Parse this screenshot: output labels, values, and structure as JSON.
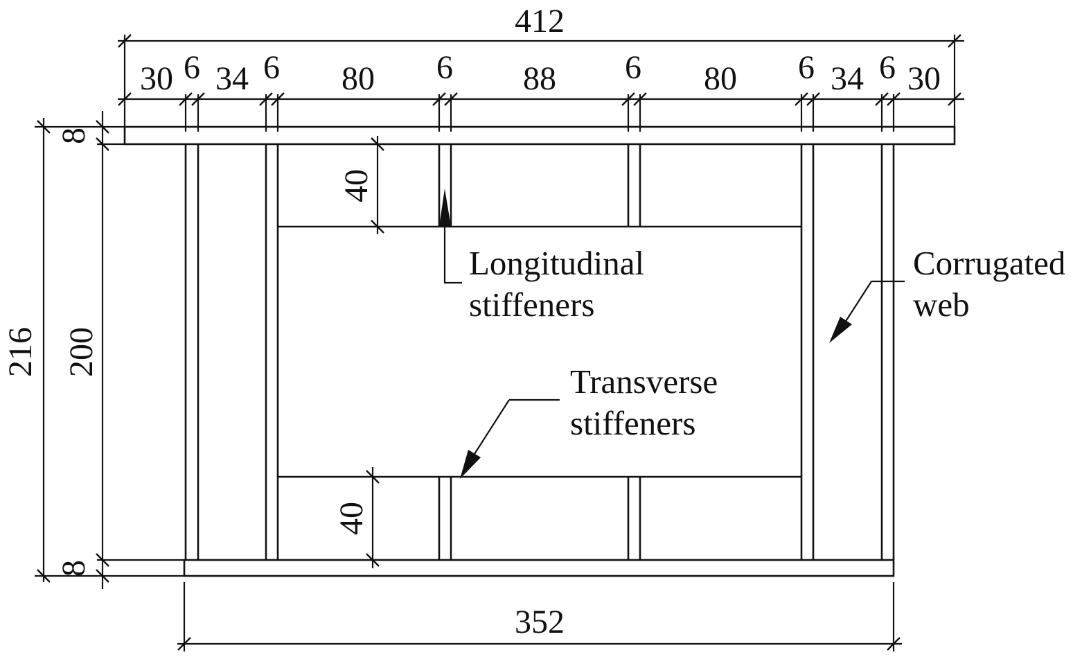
{
  "dimensions": {
    "overall_top_width": "412",
    "top_segments": [
      "30",
      "6",
      "34",
      "6",
      "80",
      "6",
      "88",
      "6",
      "80",
      "6",
      "34",
      "6",
      "30"
    ],
    "overall_height": "216",
    "web_height": "200",
    "top_flange_thickness": "8",
    "bottom_flange_thickness": "8",
    "top_stiffener_depth": "40",
    "bottom_stiffener_depth": "40",
    "bottom_width": "352"
  },
  "labels": {
    "longitudinal": [
      "Longitudinal",
      "stiffeners"
    ],
    "corrugated": [
      "Corrugated",
      "web"
    ],
    "transverse": [
      "Transverse",
      "stiffeners"
    ]
  }
}
